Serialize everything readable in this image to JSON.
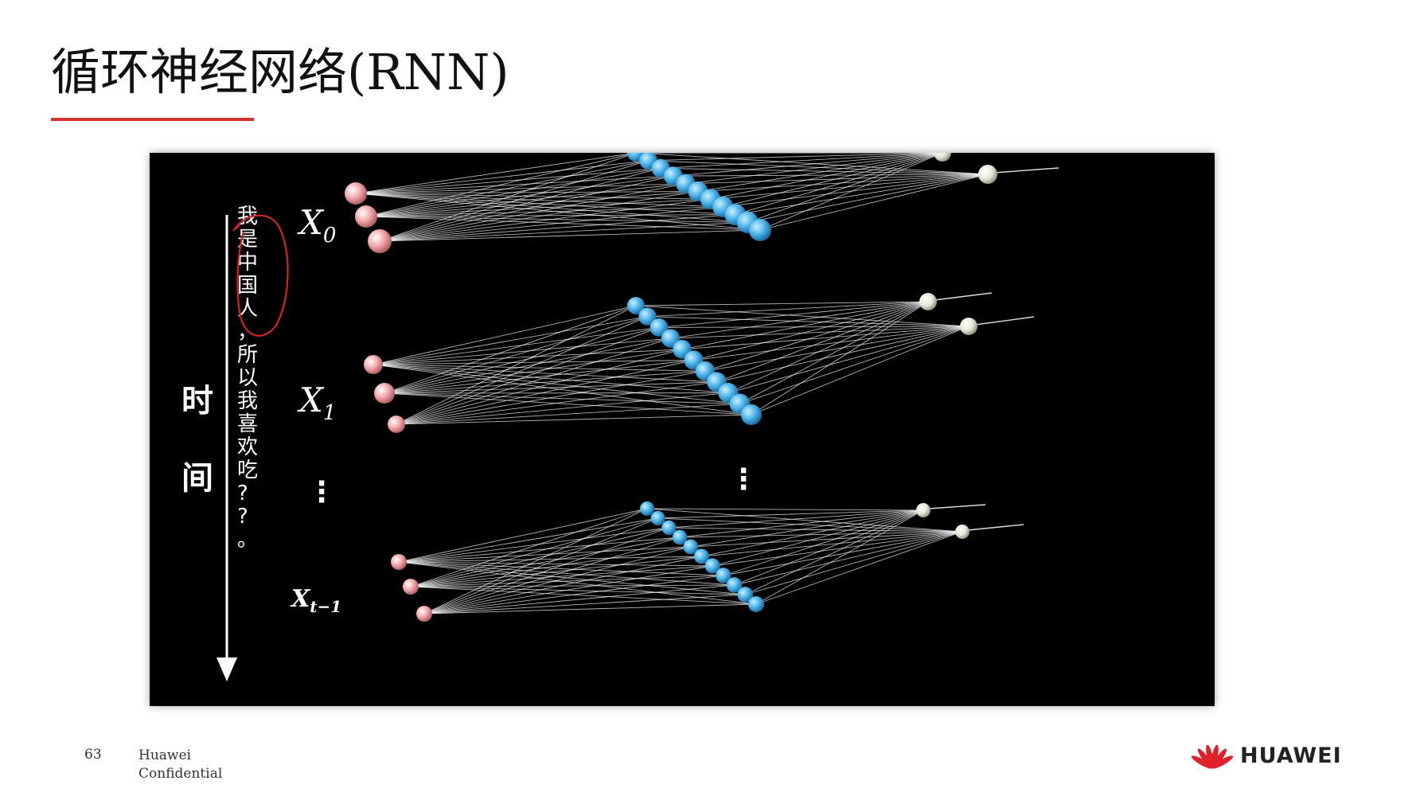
{
  "slide": {
    "title": "循环神经网络(RNN)",
    "page_number": "63",
    "footer_line1": "Huawei",
    "footer_line2": "Confidential",
    "brand_name": "HUAWEI",
    "accent_color": "#d0312d"
  },
  "diagram": {
    "time_label_1": "时",
    "time_label_2": "间",
    "sentence_chars": [
      "我",
      "是",
      "中",
      "国",
      "人",
      "，",
      "所",
      "以",
      "我",
      "喜",
      "欢",
      "吃",
      "?",
      "?",
      "。"
    ],
    "layer_labels": [
      {
        "base": "X",
        "sub": "0"
      },
      {
        "base": "X",
        "sub": "1"
      },
      {
        "base": "X",
        "sub": "t−1"
      }
    ],
    "ellipsis": "⋮",
    "node_colors": {
      "input": "#f3a7aa",
      "hidden": "#4db4ea",
      "output": "#e8e6d8"
    },
    "network": {
      "input_nodes": 3,
      "hidden_nodes": 11,
      "output_nodes": 2
    }
  }
}
